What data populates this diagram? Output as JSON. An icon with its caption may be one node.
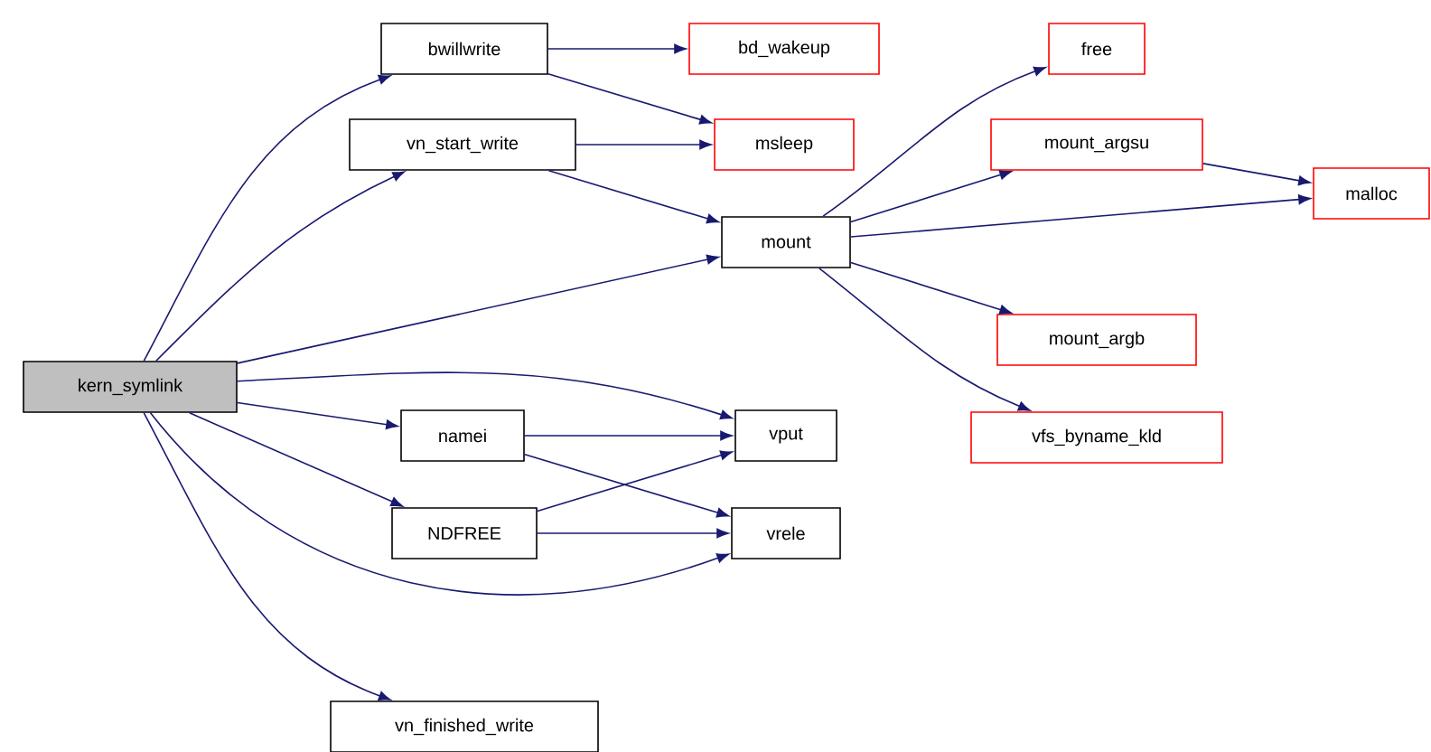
{
  "diagram": {
    "nodes": [
      {
        "text": [
          "kern_symlink"
        ]
      },
      {
        "text": [
          "bwillwrite"
        ]
      },
      {
        "text": [
          "vn_start_write"
        ]
      },
      {
        "text": [
          "namei"
        ]
      },
      {
        "text": [
          "NDFREE"
        ]
      },
      {
        "text": [
          "vn_finished_write"
        ]
      },
      {
        "text": [
          "bd_wakeup"
        ]
      },
      {
        "text": [
          "msleep"
        ]
      },
      {
        "text": [
          "mount"
        ]
      },
      {
        "text": [
          "vput"
        ]
      },
      {
        "text": [
          "vrele"
        ]
      },
      {
        "text": [
          "free"
        ]
      },
      {
        "text": [
          "mount_argsu"
        ]
      },
      {
        "text": [
          "mount_argb"
        ]
      },
      {
        "text": [
          "vfs_byname_kld"
        ]
      },
      {
        "text": [
          "malloc"
        ]
      }
    ],
    "edges": [
      {
        "from": 0,
        "to": 1,
        "arrow": "to"
      },
      {
        "from": 0,
        "to": 2,
        "arrow": "to"
      },
      {
        "from": 0,
        "to": 8,
        "arrow": "to"
      },
      {
        "from": 0,
        "to": 9,
        "arrow": "to"
      },
      {
        "from": 0,
        "to": 3,
        "arrow": "to"
      },
      {
        "from": 0,
        "to": 4,
        "arrow": "to"
      },
      {
        "from": 0,
        "to": 10,
        "arrow": "to"
      },
      {
        "from": 0,
        "to": 5,
        "arrow": "to"
      },
      {
        "from": 1,
        "to": 6,
        "arrow": "to"
      },
      {
        "from": 1,
        "to": 7,
        "arrow": "to"
      },
      {
        "from": 2,
        "to": 7,
        "arrow": "to"
      },
      {
        "from": 2,
        "to": 8,
        "arrow": "to"
      },
      {
        "from": 3,
        "to": 9,
        "arrow": "to"
      },
      {
        "from": 3,
        "to": 10,
        "arrow": "to"
      },
      {
        "from": 4,
        "to": 9,
        "arrow": "to"
      },
      {
        "from": 4,
        "to": 10,
        "arrow": "to"
      },
      {
        "from": 8,
        "to": 11,
        "arrow": "to"
      },
      {
        "from": 8,
        "to": 12,
        "arrow": "to"
      },
      {
        "from": 8,
        "to": 15,
        "arrow": "to"
      },
      {
        "from": 8,
        "to": 13,
        "arrow": "to"
      },
      {
        "from": 8,
        "to": 14,
        "arrow": "to"
      },
      {
        "from": 12,
        "to": 15,
        "arrow": "to"
      }
    ]
  }
}
